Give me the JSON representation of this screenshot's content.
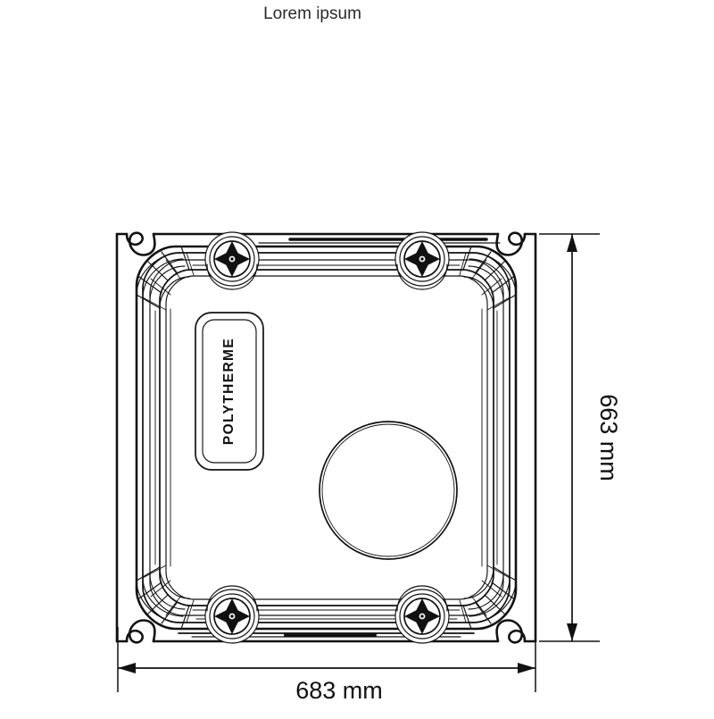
{
  "page": {
    "title": "Lorem ipsum",
    "background_color": "#ffffff",
    "line_color": "#111111",
    "title_color": "#2b2b2b"
  },
  "drawing": {
    "kind": "technical-drawing",
    "view": "top-plan-view",
    "subject": "POLYTHERME tank lid / cover plate",
    "brand_label": "POLYTHERME",
    "features": {
      "fastener_count": 4,
      "fastener_symbol": "four-arrow-rotary-latch",
      "circular_opening": "manhole-circle",
      "corner_style": "chamfered-octagonal",
      "frame_notch": "s-hook-bracket"
    }
  },
  "dimensions": {
    "width": {
      "value": "683 mm",
      "orientation": "horizontal",
      "position": "bottom"
    },
    "height": {
      "value": "663 mm",
      "orientation": "vertical",
      "position": "right"
    }
  }
}
